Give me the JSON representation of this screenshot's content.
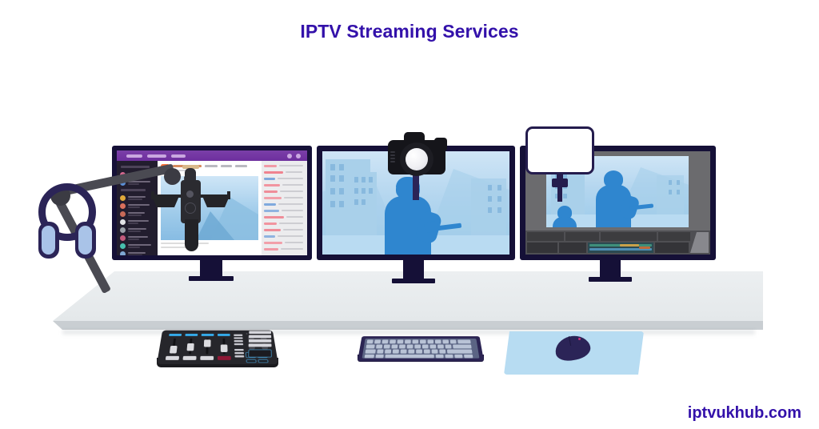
{
  "page": {
    "title": "IPTV Streaming Services",
    "watermark": "iptvukhub.com",
    "title_color": "#3311aa",
    "background": "#ffffff"
  },
  "scene": {
    "name": "streaming-studio-illustration",
    "description": "Illustration of a content creator streaming desk setup with three monitors, microphone on boom arm, headset, DSLR camera, LED panel light, audio mixer, keyboard and mouse",
    "colors": {
      "desk": "#e9ecee",
      "desk_edge": "#c9ced2",
      "monitor_bezel": "#151037",
      "accent_purple": "#6e2f9e",
      "screen_blue": "#9ccbea",
      "figure_blue": "#2f86cf",
      "headset_navy": "#2b2457",
      "mousepad_blue": "#b7dcf2"
    }
  },
  "left_monitor": {
    "name": "streaming-dashboard",
    "nav": {
      "background": "#6e2f9e",
      "pills": 3,
      "icons": 2
    },
    "sidebar": {
      "background": "#221d2e",
      "channels": [
        {
          "avatar_color": "#d8688f"
        },
        {
          "avatar_color": "#5b8fd6"
        },
        {
          "avatar_color": "#e0a93a"
        },
        {
          "avatar_color": "#d9705c"
        },
        {
          "avatar_color": "#c86a58"
        },
        {
          "avatar_color": "#e2e2e6"
        },
        {
          "avatar_color": "#9aa0a8"
        },
        {
          "avatar_color": "#c25a7c"
        },
        {
          "avatar_color": "#47bfae"
        },
        {
          "avatar_color": "#7fa8d4"
        },
        {
          "avatar_color": "#cfd3d8"
        },
        {
          "avatar_color": "#d98a4a"
        }
      ]
    },
    "main": {
      "logo_color": "#e8502a",
      "video_caption_lines": 2,
      "stream_subject": "podcast-microphone-closeup"
    },
    "chat": {
      "background": "#ececee",
      "messages": [
        {
          "name_color": "#f19aa6"
        },
        {
          "name_color": "#f0838f"
        },
        {
          "name_color": "#7fa9dd"
        },
        {
          "name_color": "#f2949f"
        },
        {
          "name_color": "#ef8d99"
        },
        {
          "name_color": "#f2a0aa"
        },
        {
          "name_color": "#7fa9dd"
        },
        {
          "name_color": "#8fb3e0"
        },
        {
          "name_color": "#ef8d99"
        },
        {
          "name_color": "#f2949f"
        },
        {
          "name_color": "#ef8d99"
        },
        {
          "name_color": "#8fb3e0"
        },
        {
          "name_color": "#f2a0aa"
        },
        {
          "name_color": "#f19aa6"
        }
      ]
    }
  },
  "center_monitor": {
    "name": "gameplay-display",
    "content": "first-person shooter scene, blue silhouette of a soldier holding a rifle in front of apartment buildings"
  },
  "right_monitor": {
    "name": "video-editor-display",
    "background": "#6b6b6e",
    "preview": "same gameplay scene with a second character in the foreground",
    "timeline": {
      "panels": 4,
      "clips": [
        {
          "color": "#3f8f7a"
        },
        {
          "color": "#4f8fb5"
        },
        {
          "color": "#c9a14a"
        },
        {
          "color": "#c06a3a"
        }
      ]
    }
  },
  "peripherals": {
    "camera": {
      "name": "dslr-camera",
      "body_color": "#15151a",
      "lens_color": "#f0f0f4"
    },
    "light_panel": {
      "name": "led-panel-light",
      "panel_color": "#ffffff",
      "frame_color": "#241c4d"
    },
    "microphone": {
      "name": "condenser-microphone",
      "body_color": "#2b2b30",
      "ring_color": "#d9b98a"
    },
    "headset": {
      "name": "gaming-headset",
      "shell_color": "#2b2457",
      "pad_color": "#a9c3e8"
    },
    "boom_arm": {
      "name": "microphone-boom-arm",
      "color": "#4a4a52"
    },
    "mixer": {
      "name": "audio-mixer-stream-deck",
      "body_color": "#26262b",
      "led_color": "#34a9e8",
      "faders": 4,
      "pads": 8
    },
    "keyboard": {
      "name": "mechanical-keyboard",
      "case_color": "#2b2453",
      "key_color": "#b9c3d6"
    },
    "mouse": {
      "name": "gaming-mouse",
      "color": "#2b2457"
    },
    "mousepad": {
      "name": "mousepad",
      "color": "#b7dcf2"
    }
  }
}
